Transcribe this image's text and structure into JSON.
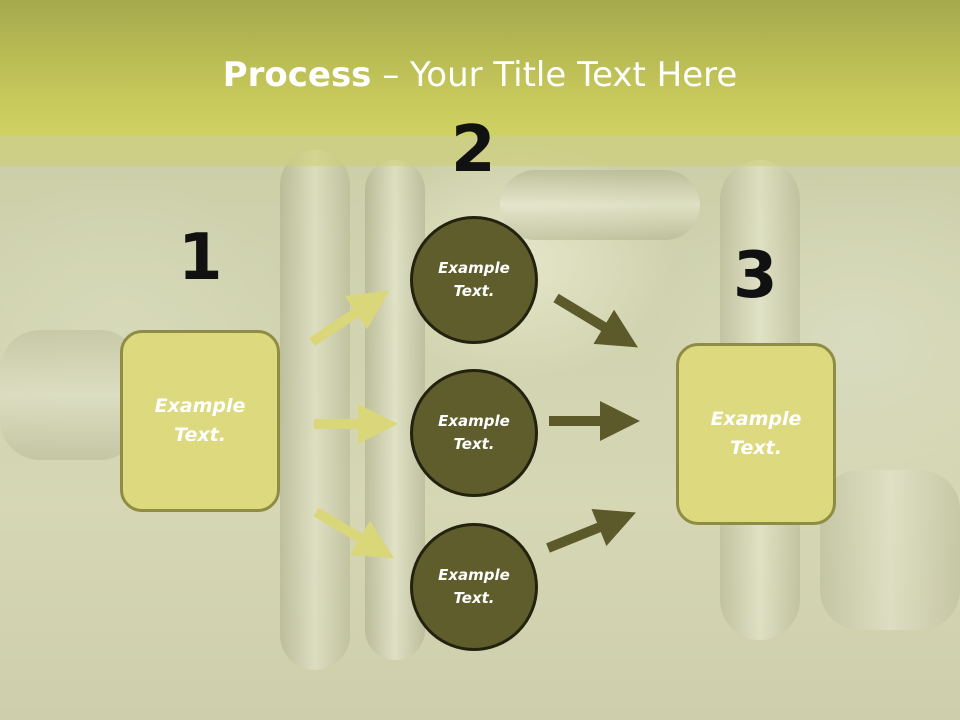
{
  "title": {
    "bold": "Process",
    "rest": " – Your Title Text Here"
  },
  "steps": {
    "step1": {
      "number": "1",
      "text": "Example Text."
    },
    "step2": {
      "number": "2",
      "circles": [
        {
          "text": "Example Text."
        },
        {
          "text": "Example Text."
        },
        {
          "text": "Example Text."
        }
      ]
    },
    "step3": {
      "number": "3",
      "text": "Example Text."
    }
  },
  "colors": {
    "title_band": "#c6c85a",
    "box_fill": "#dcd97e",
    "box_border": "#8f8d43",
    "circle_fill": "#5f5d2c",
    "arrow_light": "#d9d77a",
    "arrow_dark": "#5c5a2a"
  }
}
